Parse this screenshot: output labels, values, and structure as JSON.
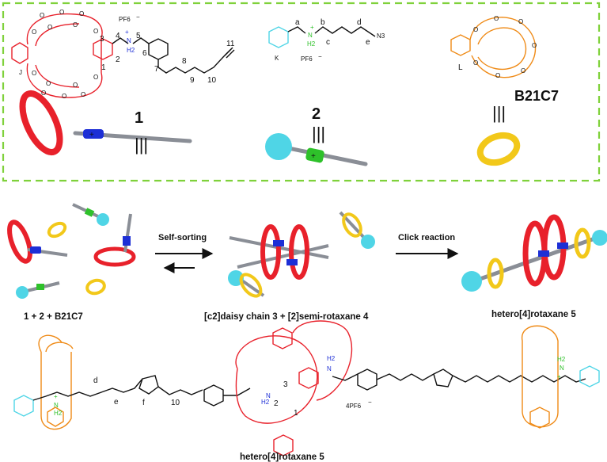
{
  "colors": {
    "red": "#e8212b",
    "orange": "#ef8a16",
    "blue": "#1d2fd6",
    "green": "#2ec12a",
    "cyan": "#4fd5e6",
    "yellow": "#f2c81a",
    "gray": "#8a8e96",
    "dash_border": "#7fd13b"
  },
  "box": {
    "compound1": {
      "number": "1",
      "counterion": "PF6",
      "counterion_charge": "−",
      "nh2": "H2",
      "n": "N",
      "plus": "+",
      "ring_label": "J",
      "atom_labels": [
        "3",
        "4",
        "5",
        "6",
        "2",
        "1",
        "7",
        "8",
        "9",
        "10",
        "11"
      ],
      "equiv": "|||"
    },
    "compound2": {
      "number": "2",
      "counterion": "PF6",
      "counterion_charge": "−",
      "n": "N",
      "nh2": "H2",
      "plus": "+",
      "azide": "N3",
      "ring_label": "K",
      "atom_labels": [
        "a",
        "b",
        "c",
        "d",
        "e"
      ],
      "equiv": "|||"
    },
    "crown": {
      "name": "B21C7",
      "ring_label": "L",
      "equiv": "|||"
    }
  },
  "scheme": {
    "start_label": "1 + 2 + B21C7",
    "step1_label": "Self-sorting",
    "middle_label": "[c2]daisy chain 3 + [2]semi-rotaxane 4",
    "step2_label": "Click reaction",
    "product_label": "hetero[4]rotaxane 5"
  },
  "structure": {
    "caption": "hetero[4]rotaxane 5",
    "counterion": "4PF6",
    "counterion_charge": "−",
    "labels": [
      "d",
      "e",
      "f",
      "10",
      "3",
      "2",
      "1"
    ],
    "nh2_left": "H2",
    "nh2_mid": "H2",
    "nh2_right": "H2",
    "n": "N",
    "plus": "+"
  }
}
